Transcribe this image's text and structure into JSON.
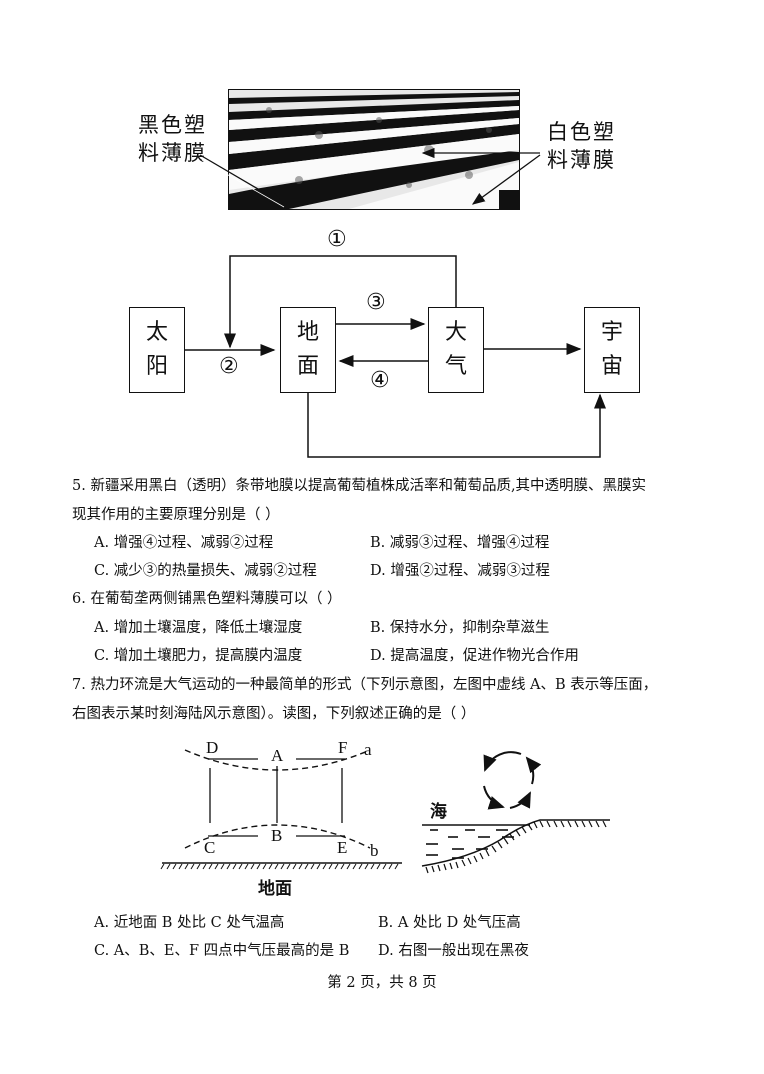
{
  "photo": {
    "left_label_lines": [
      "黑色塑",
      "料薄膜"
    ],
    "right_label_lines": [
      "白色塑",
      "料薄膜"
    ]
  },
  "flow_diagram": {
    "nodes": [
      {
        "id": "sun",
        "lines": [
          "太",
          "阳"
        ]
      },
      {
        "id": "ground",
        "lines": [
          "地",
          "面"
        ]
      },
      {
        "id": "atmosphere",
        "lines": [
          "大",
          "气"
        ]
      },
      {
        "id": "space",
        "lines": [
          "宇",
          "宙"
        ]
      }
    ],
    "markers": [
      "①",
      "②",
      "③",
      "④"
    ]
  },
  "questions": [
    {
      "number": "5.",
      "lines": [
        "5. 新疆采用黑白（透明）条带地膜以提高葡萄植株成活率和葡萄品质,其中透明膜、黑膜实",
        "现其作用的主要原理分别是（ ）"
      ],
      "options": [
        {
          "key": "A",
          "text": "A. 增强④过程、减弱②过程"
        },
        {
          "key": "B",
          "text": "B. 减弱③过程、增强④过程"
        },
        {
          "key": "C",
          "text": "C. 减少③的热量损失、减弱②过程"
        },
        {
          "key": "D",
          "text": "D. 增强②过程、减弱③过程"
        }
      ]
    },
    {
      "number": "6.",
      "lines": [
        "6. 在葡萄垄两侧铺黑色塑料薄膜可以（ ）"
      ],
      "options": [
        {
          "key": "A",
          "text": "A. 增加土壤温度，降低土壤湿度"
        },
        {
          "key": "B",
          "text": "B. 保持水分，抑制杂草滋生"
        },
        {
          "key": "C",
          "text": "C. 增加土壤肥力，提高膜内温度"
        },
        {
          "key": "D",
          "text": "D. 提高温度，促进作物光合作用"
        }
      ]
    },
    {
      "number": "7.",
      "lines": [
        "7. 热力环流是大气运动的一种最简单的形式（下列示意图，左图中虚线 A、B 表示等压面，",
        "右图表示某时刻海陆风示意图）。读图，下列叙述正确的是（    ）"
      ],
      "options": [
        {
          "key": "A",
          "text": "A.  近地面 B 处比 C 处气温高"
        },
        {
          "key": "B",
          "text": "B.  A 处比 D 处气压高"
        },
        {
          "key": "C",
          "text": "C.  A、B、E、F 四点中气压最高的是 B"
        },
        {
          "key": "D",
          "text": "D.  右图一般出现在黑夜"
        }
      ]
    }
  ],
  "pressure_diagram": {
    "points": [
      "D",
      "A",
      "F",
      "C",
      "B",
      "E"
    ],
    "surface_labels": [
      "a",
      "b"
    ],
    "ground_label": "地面"
  },
  "sea_land_diagram": {
    "sea_label": "海"
  },
  "footer": {
    "page_text": "第 2 页，共 8 页"
  }
}
